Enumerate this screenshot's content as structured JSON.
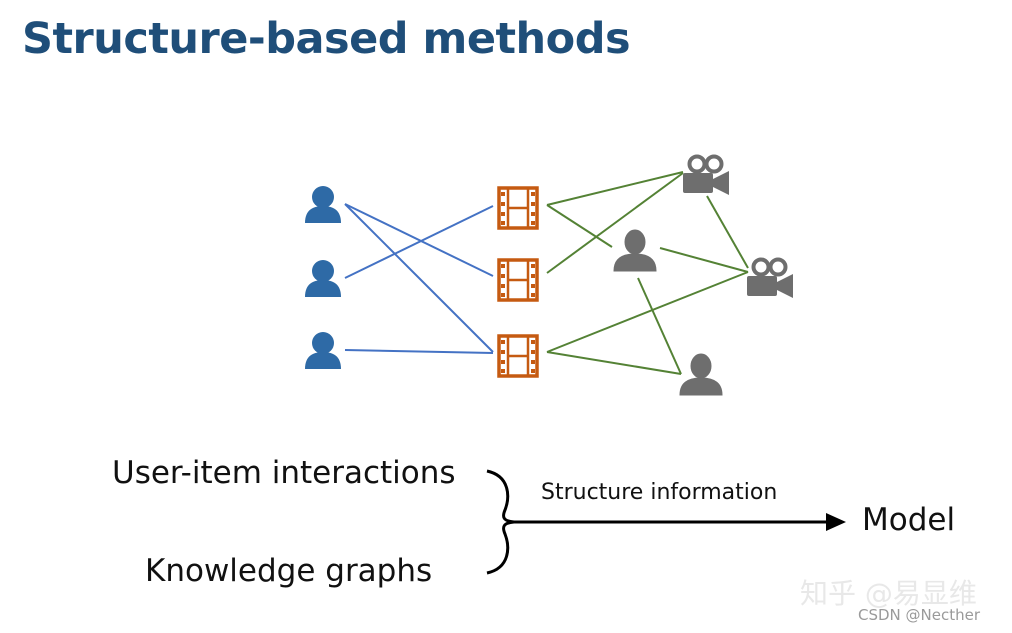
{
  "title": "Structure-based methods",
  "diagram": {
    "input_1": "User-item interactions",
    "input_2": "Knowledge graphs",
    "arrow_label": "Structure information",
    "output": "Model",
    "colors": {
      "user": "#2e6aa6",
      "item": "#c55a11",
      "entity": "#6e6e6e",
      "user_edge": "#4472c4",
      "kg_edge": "#548235"
    }
  },
  "watermark": {
    "site": "知乎 @易显维",
    "credit": "CSDN @Necther"
  }
}
